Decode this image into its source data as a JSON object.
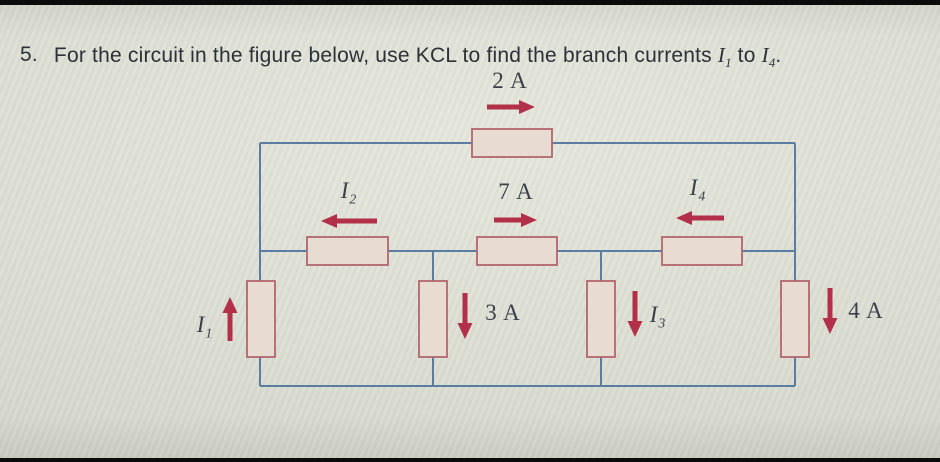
{
  "problem": {
    "number": "5.",
    "text_before": "For the circuit in the figure below, use KCL to find the branch currents ",
    "current_1_base": "I",
    "current_1_sub": "1",
    "text_between": " to ",
    "current_4_base": "I",
    "current_4_sub": "4",
    "text_after": "."
  },
  "circuit": {
    "top_branch": {
      "current_label": "2 A",
      "arrow_direction": "right"
    },
    "middle_branch": {
      "left": {
        "label_base": "I",
        "label_sub": "2",
        "arrow_direction": "left"
      },
      "center": {
        "current_label": "7 A",
        "arrow_direction": "right"
      },
      "right": {
        "label_base": "I",
        "label_sub": "4",
        "arrow_direction": "left"
      }
    },
    "bottom_branch": {
      "branch1": {
        "label_base": "I",
        "label_sub": "1",
        "arrow_direction": "up"
      },
      "branch2": {
        "current_label": "3 A",
        "arrow_direction": "down"
      },
      "branch3": {
        "label_base": "I",
        "label_sub": "3",
        "arrow_direction": "down"
      },
      "branch4": {
        "current_label": "4 A",
        "arrow_direction": "down"
      }
    },
    "colors": {
      "wire": "#5b7da2",
      "resistor_fill": "#e8dcd2",
      "resistor_border": "#b2666d",
      "arrow": "#b23049",
      "label": "#3b3f49"
    }
  }
}
